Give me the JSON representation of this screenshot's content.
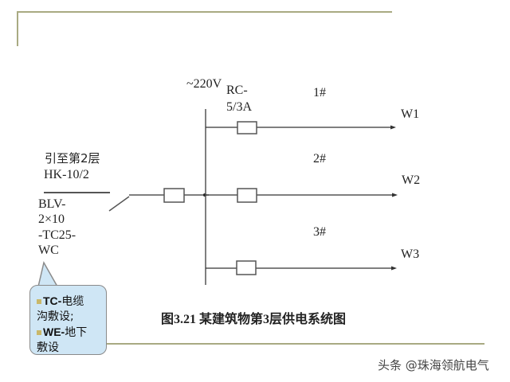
{
  "diagram": {
    "supply_label": "~220V",
    "main_fuse_label_line1": "RC-",
    "main_fuse_label_line2": "5/3A",
    "source_label_line1": "引至第2层",
    "source_label_line2": "HK-10/2",
    "cable_label_lines": [
      "BLV-",
      "2×10",
      "-TC25-",
      "WC"
    ],
    "branches": [
      {
        "number": "1#",
        "circuit": "W1"
      },
      {
        "number": "2#",
        "circuit": "W2"
      },
      {
        "number": "3#",
        "circuit": "W3"
      }
    ],
    "callout": {
      "item1_code": "TC-",
      "item1_text_a": "电缆",
      "item1_text_b": "沟敷设;",
      "item2_code": "WE-",
      "item2_text_a": "地下",
      "item2_text_b": "敷设"
    },
    "caption": "图3.21 某建筑物第3层供电系统图",
    "watermark": "头条 @珠海领航电气",
    "colors": {
      "decor_line": "#a9aa82",
      "callout_fill": "#cfe6f5",
      "bullet": "#c9b86a"
    }
  }
}
